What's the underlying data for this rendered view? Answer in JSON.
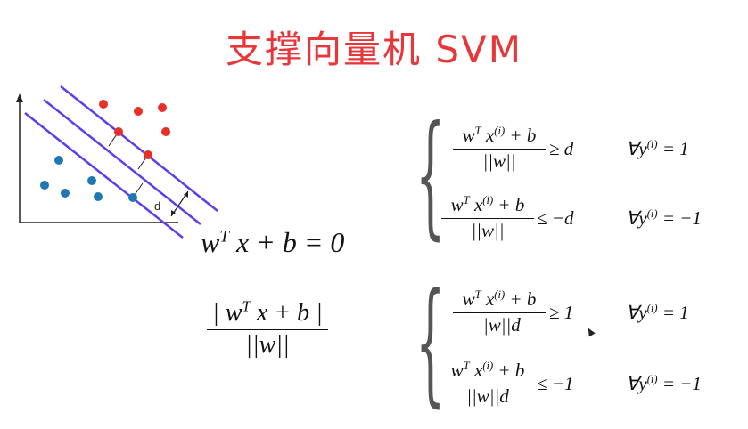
{
  "title": "支撑向量机 SVM",
  "diagram": {
    "margin_label": "d",
    "class_a_color": "#e8302a",
    "class_b_color": "#1f78b4",
    "boundary_color": "#5a3ef0",
    "title_color": "#e8363a"
  },
  "hyperplane": {
    "w": "w",
    "T": "T",
    "rest": " x + b = 0"
  },
  "distance": {
    "num_w": "| w",
    "T": "T",
    "num_rest": " x + b |",
    "den": "||w||"
  },
  "system1": [
    {
      "num_w": "w",
      "T": "T",
      "x": " x",
      "sup": "(i)",
      "num_rest": " + b",
      "den": "||w||",
      "rel": "≥ d",
      "cond_pre": "∀y",
      "cond_sup": "(i)",
      "cond_rest": " = 1"
    },
    {
      "num_w": "w",
      "T": "T",
      "x": " x",
      "sup": "(i)",
      "num_rest": " + b",
      "den": "||w||",
      "rel": "≤ −d",
      "cond_pre": "∀y",
      "cond_sup": "(i)",
      "cond_rest": " = −1"
    }
  ],
  "system2": [
    {
      "num_w": "w",
      "T": "T",
      "x": " x",
      "sup": "(i)",
      "num_rest": " + b",
      "den": "||w||d",
      "rel": "≥ 1",
      "cond_pre": "∀y",
      "cond_sup": "(i)",
      "cond_rest": " = 1"
    },
    {
      "num_w": "w",
      "T": "T",
      "x": " x",
      "sup": "(i)",
      "num_rest": " + b",
      "den": "||w||d",
      "rel": "≤ −1",
      "cond_pre": "∀y",
      "cond_sup": "(i)",
      "cond_rest": " = −1"
    }
  ]
}
